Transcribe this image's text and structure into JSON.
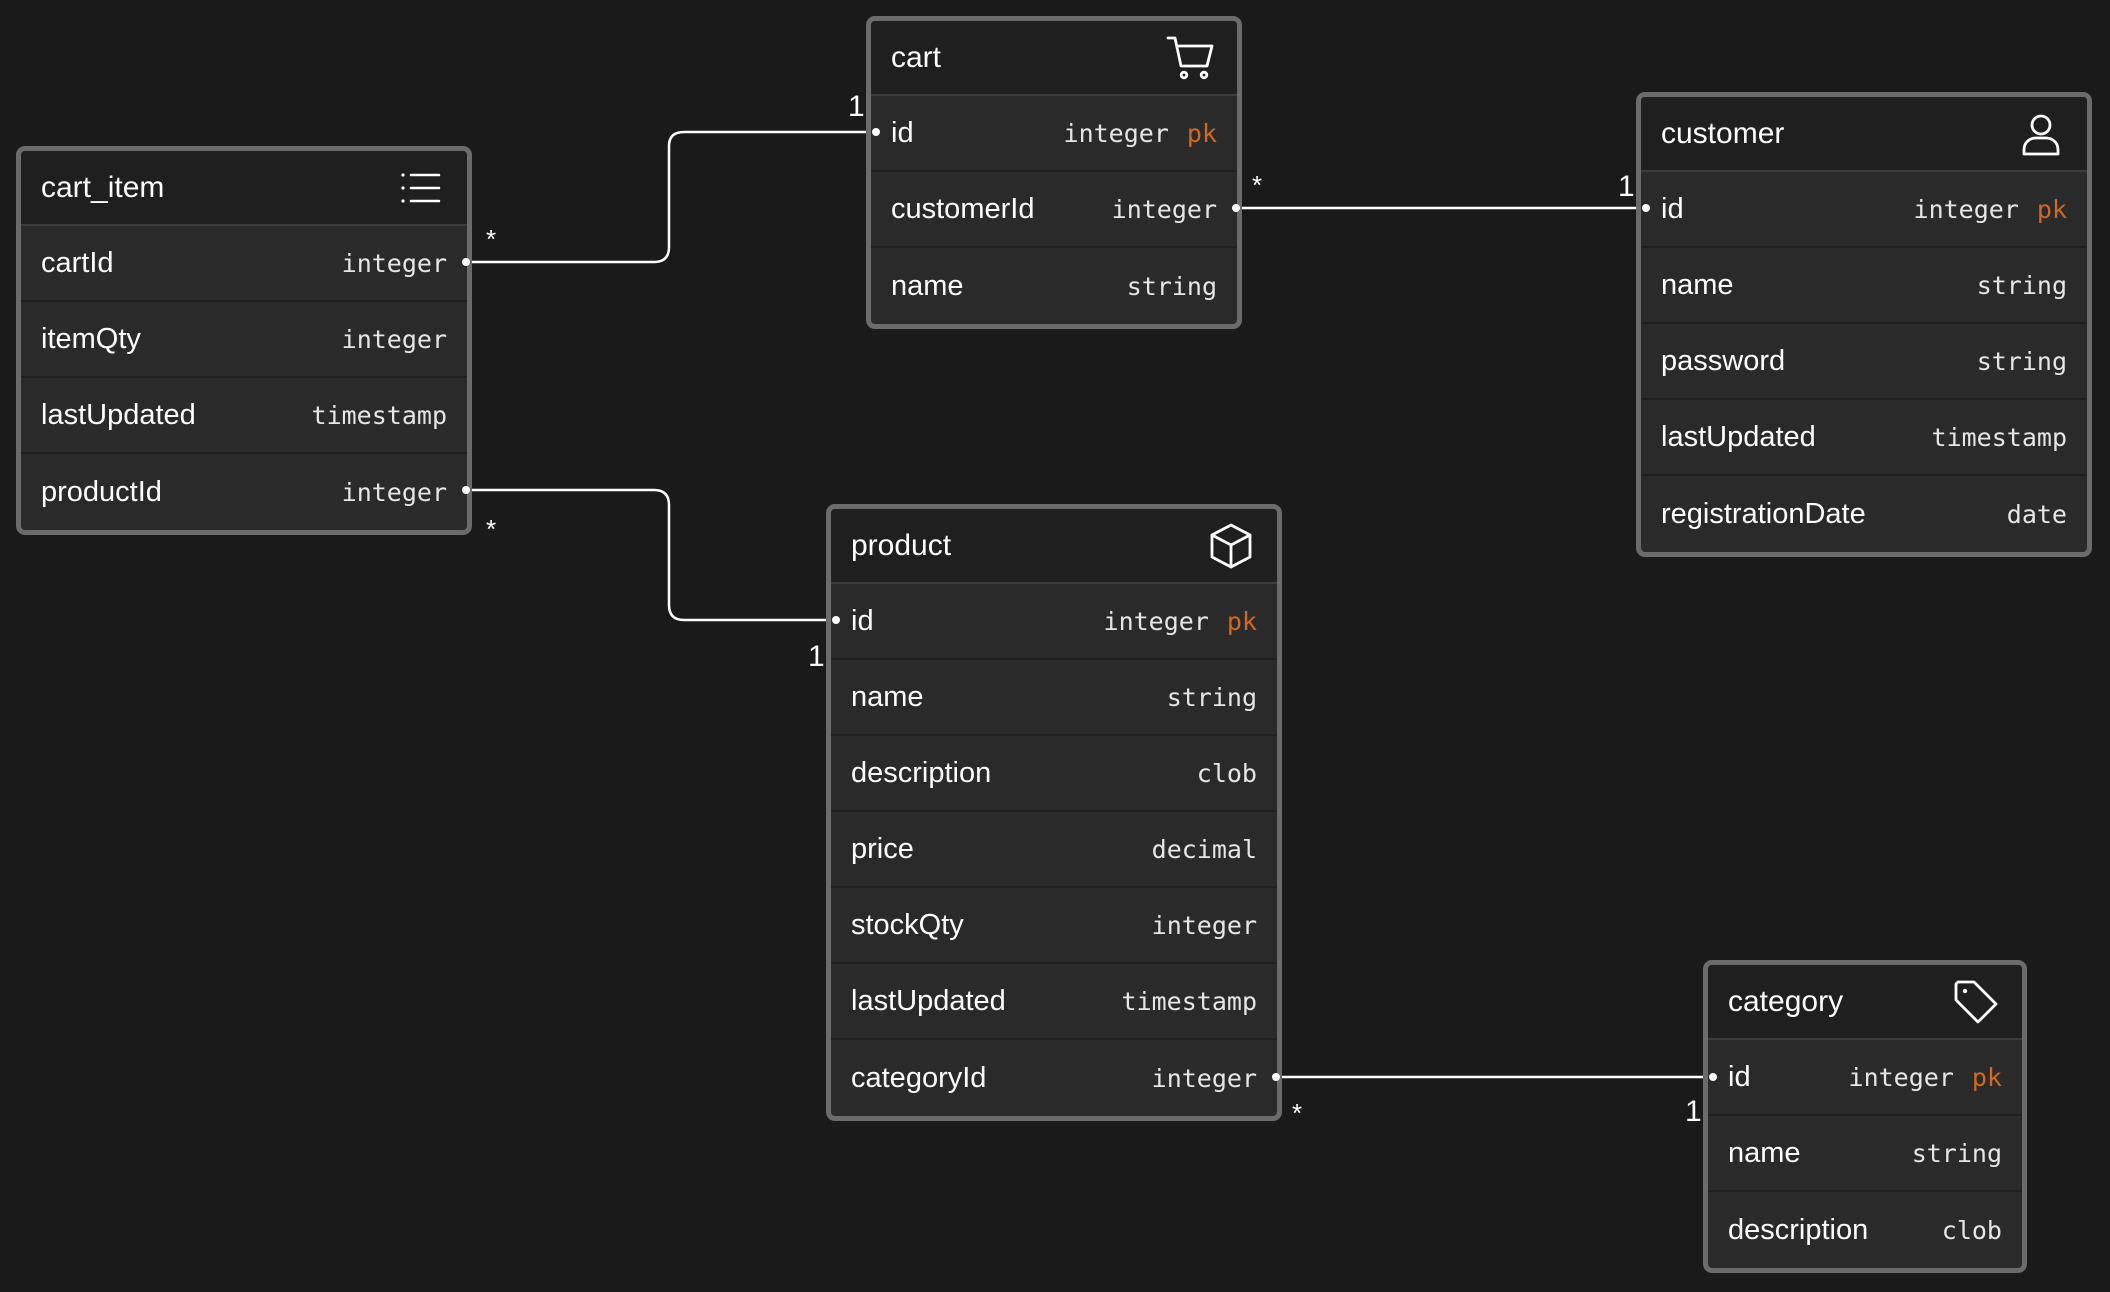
{
  "colors": {
    "background": "#1a1a1a",
    "table_fill": "#2a2a2a",
    "table_border": "#6b6b6b",
    "header_fill": "#1f1f1f",
    "text": "#ffffff",
    "key_text": "#d2691e",
    "connector": "#ffffff"
  },
  "tables": {
    "cart_item": {
      "title": "cart_item",
      "icon": "list-icon",
      "columns": [
        {
          "name": "cartId",
          "type": "integer",
          "key": ""
        },
        {
          "name": "itemQty",
          "type": "integer",
          "key": ""
        },
        {
          "name": "lastUpdated",
          "type": "timestamp",
          "key": ""
        },
        {
          "name": "productId",
          "type": "integer",
          "key": ""
        }
      ]
    },
    "cart": {
      "title": "cart",
      "icon": "shopping-cart-icon",
      "columns": [
        {
          "name": "id",
          "type": "integer",
          "key": "pk"
        },
        {
          "name": "customerId",
          "type": "integer",
          "key": ""
        },
        {
          "name": "name",
          "type": "string",
          "key": ""
        }
      ]
    },
    "customer": {
      "title": "customer",
      "icon": "user-icon",
      "columns": [
        {
          "name": "id",
          "type": "integer",
          "key": "pk"
        },
        {
          "name": "name",
          "type": "string",
          "key": ""
        },
        {
          "name": "password",
          "type": "string",
          "key": ""
        },
        {
          "name": "lastUpdated",
          "type": "timestamp",
          "key": ""
        },
        {
          "name": "registrationDate",
          "type": "date",
          "key": ""
        }
      ]
    },
    "product": {
      "title": "product",
      "icon": "box-icon",
      "columns": [
        {
          "name": "id",
          "type": "integer",
          "key": "pk"
        },
        {
          "name": "name",
          "type": "string",
          "key": ""
        },
        {
          "name": "description",
          "type": "clob",
          "key": ""
        },
        {
          "name": "price",
          "type": "decimal",
          "key": ""
        },
        {
          "name": "stockQty",
          "type": "integer",
          "key": ""
        },
        {
          "name": "lastUpdated",
          "type": "timestamp",
          "key": ""
        },
        {
          "name": "categoryId",
          "type": "integer",
          "key": ""
        }
      ]
    },
    "category": {
      "title": "category",
      "icon": "tag-icon",
      "columns": [
        {
          "name": "id",
          "type": "integer",
          "key": "pk"
        },
        {
          "name": "name",
          "type": "string",
          "key": ""
        },
        {
          "name": "description",
          "type": "clob",
          "key": ""
        }
      ]
    }
  },
  "relationships": [
    {
      "from": "cart_item.cartId",
      "to": "cart.id",
      "from_cardinality": "*",
      "to_cardinality": "1"
    },
    {
      "from": "cart_item.productId",
      "to": "product.id",
      "from_cardinality": "*",
      "to_cardinality": "1"
    },
    {
      "from": "cart.customerId",
      "to": "customer.id",
      "from_cardinality": "*",
      "to_cardinality": "1"
    },
    {
      "from": "product.categoryId",
      "to": "category.id",
      "from_cardinality": "*",
      "to_cardinality": "1"
    }
  ]
}
